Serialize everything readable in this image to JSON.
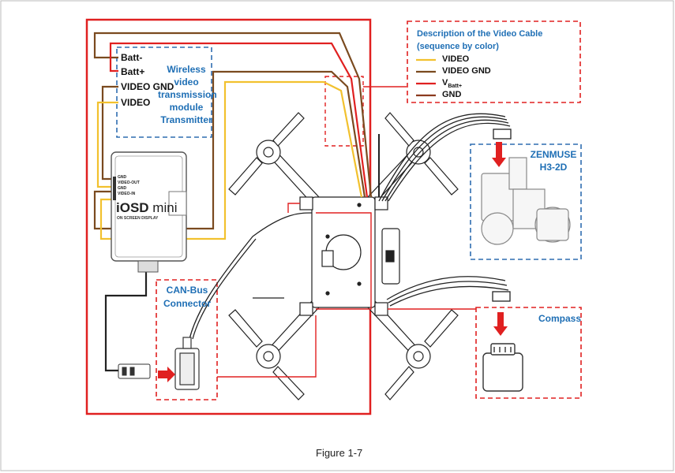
{
  "figure": {
    "caption": "Figure 1-7"
  },
  "transmitter": {
    "labels": [
      "Batt-",
      "Batt+",
      "VIDEO GND",
      "VIDEO"
    ],
    "title_lines": [
      "Wireless",
      "video",
      "transmission",
      "module",
      "Transmitter"
    ]
  },
  "iosd": {
    "brand": "iOSD",
    "model": "mini",
    "subtitle": "ON SCREEN DISPLAY",
    "pins": [
      "GND",
      "VIDEO-OUT",
      "GND",
      "VIDEO-IN"
    ]
  },
  "legend": {
    "title_lines": [
      "Description of the Video Cable",
      "(sequence by color)"
    ],
    "items": [
      {
        "label": "VIDEO",
        "sub": "",
        "color": "#f2c12e"
      },
      {
        "label": "VIDEO GND",
        "sub": "",
        "color": "#7a4a1f"
      },
      {
        "label": "V",
        "sub": "Batt+",
        "color": "#e02020"
      },
      {
        "label": "GND",
        "sub": "",
        "color": "#8b3a1e"
      }
    ]
  },
  "gimbal": {
    "title_lines": [
      "ZENMUSE",
      "H3-2D"
    ]
  },
  "compass": {
    "title": "Compass"
  },
  "canbus": {
    "title_lines": [
      "CAN-Bus",
      "Connector"
    ]
  },
  "colors": {
    "red": "#e02020",
    "blue_dash": "#2f6db1",
    "brown": "#7a4a1f",
    "yellow": "#f2c12e"
  }
}
